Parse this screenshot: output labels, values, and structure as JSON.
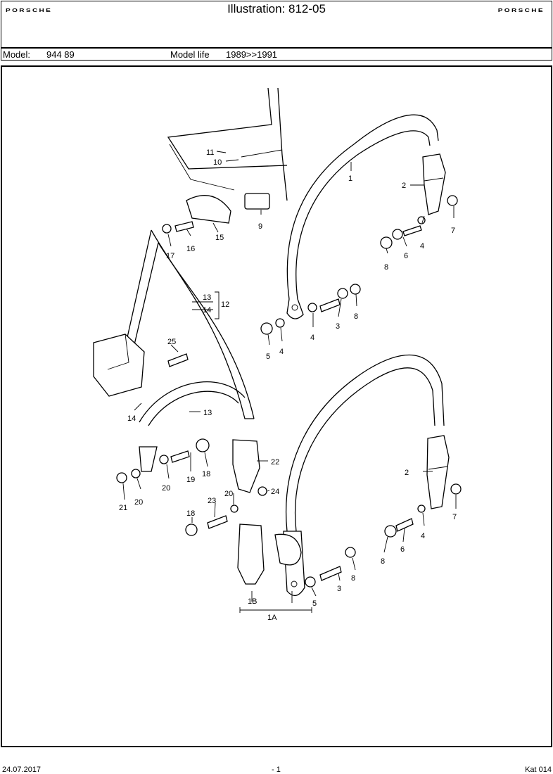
{
  "header": {
    "brand_left": "PORSCHE",
    "brand_right": "PORSCHE",
    "title": "Illustration: 812-05"
  },
  "model_bar": {
    "model_label": "Model:",
    "model_value": "944 89",
    "life_label": "Model life",
    "life_value": "1989>>1991"
  },
  "callouts": {
    "c1": "1",
    "c2a": "2",
    "c2b": "2",
    "c3a": "3",
    "c3b": "3",
    "c4a": "4",
    "c4b": "4",
    "c4c": "4",
    "c4d": "4",
    "c5a": "5",
    "c5b": "5",
    "c6a": "6",
    "c6b": "6",
    "c7a": "7",
    "c7b": "7",
    "c8a": "8",
    "c8b": "8",
    "c8c": "8",
    "c8d": "8",
    "c9": "9",
    "c10": "10",
    "c11": "11",
    "c12": "12",
    "c13a": "13",
    "c13b": "13",
    "c14a": "14",
    "c14b": "14",
    "c15": "15",
    "c16": "16",
    "c17": "17",
    "c18a": "18",
    "c18b": "18",
    "c19": "19",
    "c20a": "20",
    "c20b": "20",
    "c20c": "20",
    "c21": "21",
    "c22": "22",
    "c23": "23",
    "c24": "24",
    "c25": "25",
    "c1A": "1A",
    "c1B": "1B"
  },
  "footer": {
    "date": "24.07.2017",
    "page": "- 1",
    "catalog": "Kat 014"
  }
}
